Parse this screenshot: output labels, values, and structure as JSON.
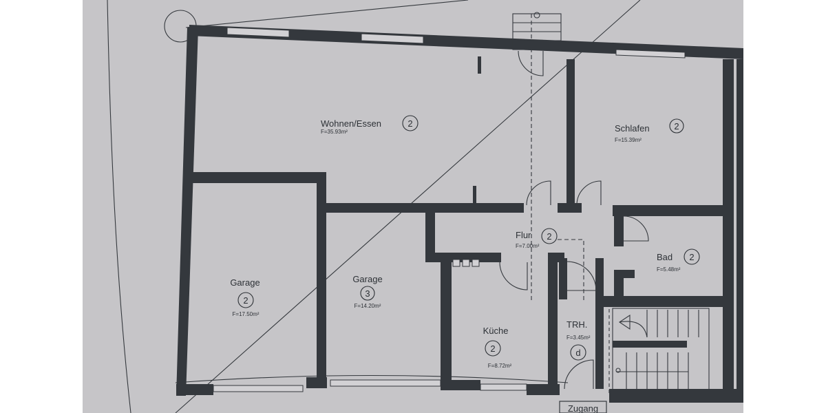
{
  "rooms": {
    "wohnen": {
      "name": "Wohnen/Essen",
      "number": "2",
      "area": "F=35.93m²"
    },
    "schlafen": {
      "name": "Schlafen",
      "number": "2",
      "area": "F=15.39m²"
    },
    "flur": {
      "name": "Flur",
      "number": "2",
      "area": "F=7.00m²"
    },
    "bad": {
      "name": "Bad",
      "number": "2",
      "area": "F=5.48m²"
    },
    "garage1": {
      "name": "Garage",
      "number": "2",
      "area": "F=17.50m²"
    },
    "garage2": {
      "name": "Garage",
      "number": "3",
      "area": "F=14.20m²"
    },
    "kueche": {
      "name": "Küche",
      "number": "2",
      "area": "F=8.72m²"
    },
    "treppenhaus": {
      "name": "TRH.",
      "number": "d",
      "area": "F=3.45m²"
    }
  },
  "entrance": {
    "label": "Zugang"
  },
  "colors": {
    "paper": "#c6c5c8",
    "walls": "#34383d",
    "margin": "#ffffff"
  }
}
